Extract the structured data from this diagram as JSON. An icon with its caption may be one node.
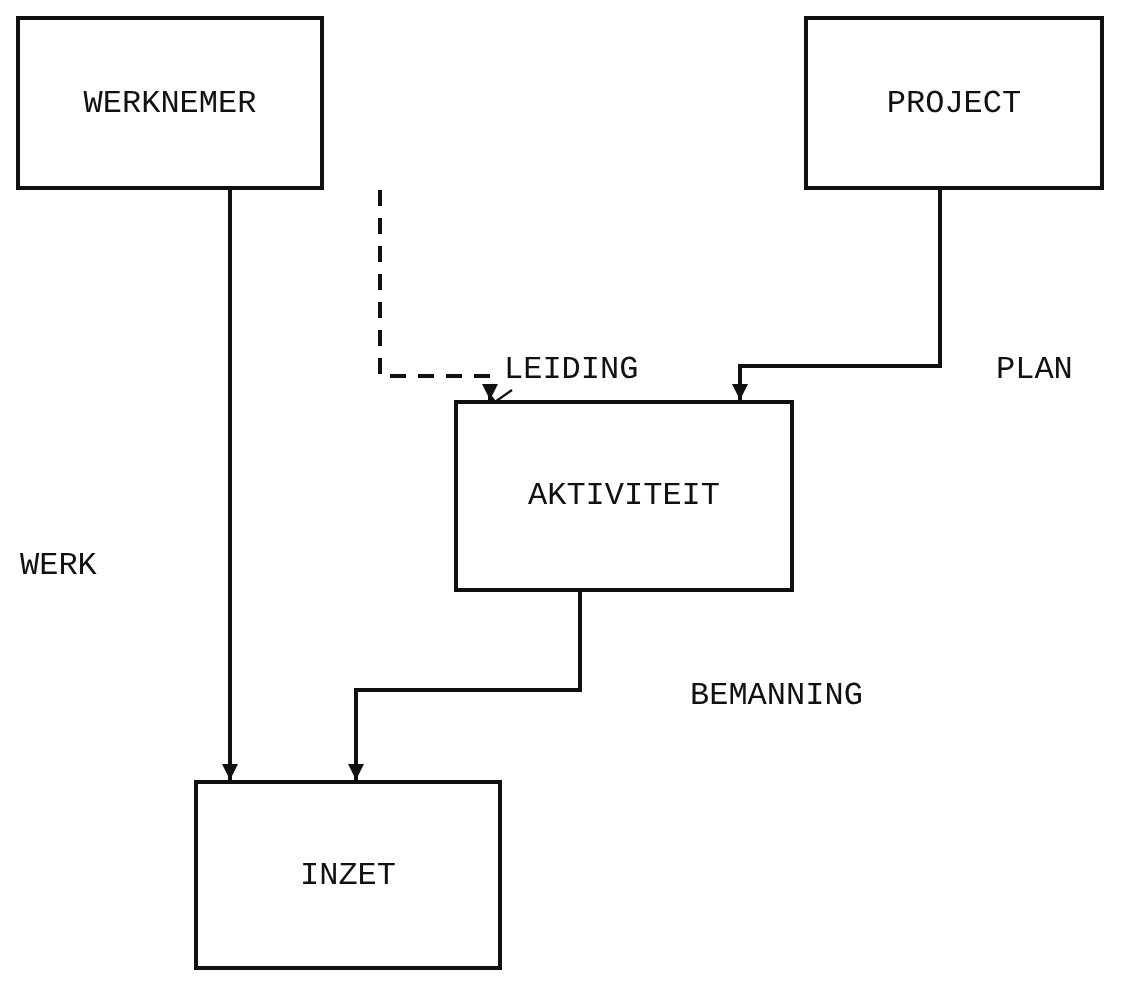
{
  "diagram": {
    "nodes": [
      {
        "text": [
          "WERKNEMER"
        ]
      },
      {
        "text": [
          "PROJECT"
        ]
      },
      {
        "text": [
          "AKTIVITEIT"
        ]
      },
      {
        "text": [
          "INZET"
        ]
      }
    ],
    "edges": [
      {
        "from": 0,
        "to": 3,
        "arrow": "to",
        "label": "WERK"
      },
      {
        "from": 0,
        "to": 2,
        "arrow": "to",
        "label": "LEIDING",
        "style": "dashed"
      },
      {
        "from": 1,
        "to": 2,
        "arrow": "to",
        "label": "PLAN"
      },
      {
        "from": 2,
        "to": 3,
        "arrow": "to",
        "label": "BEMANNING"
      }
    ]
  }
}
